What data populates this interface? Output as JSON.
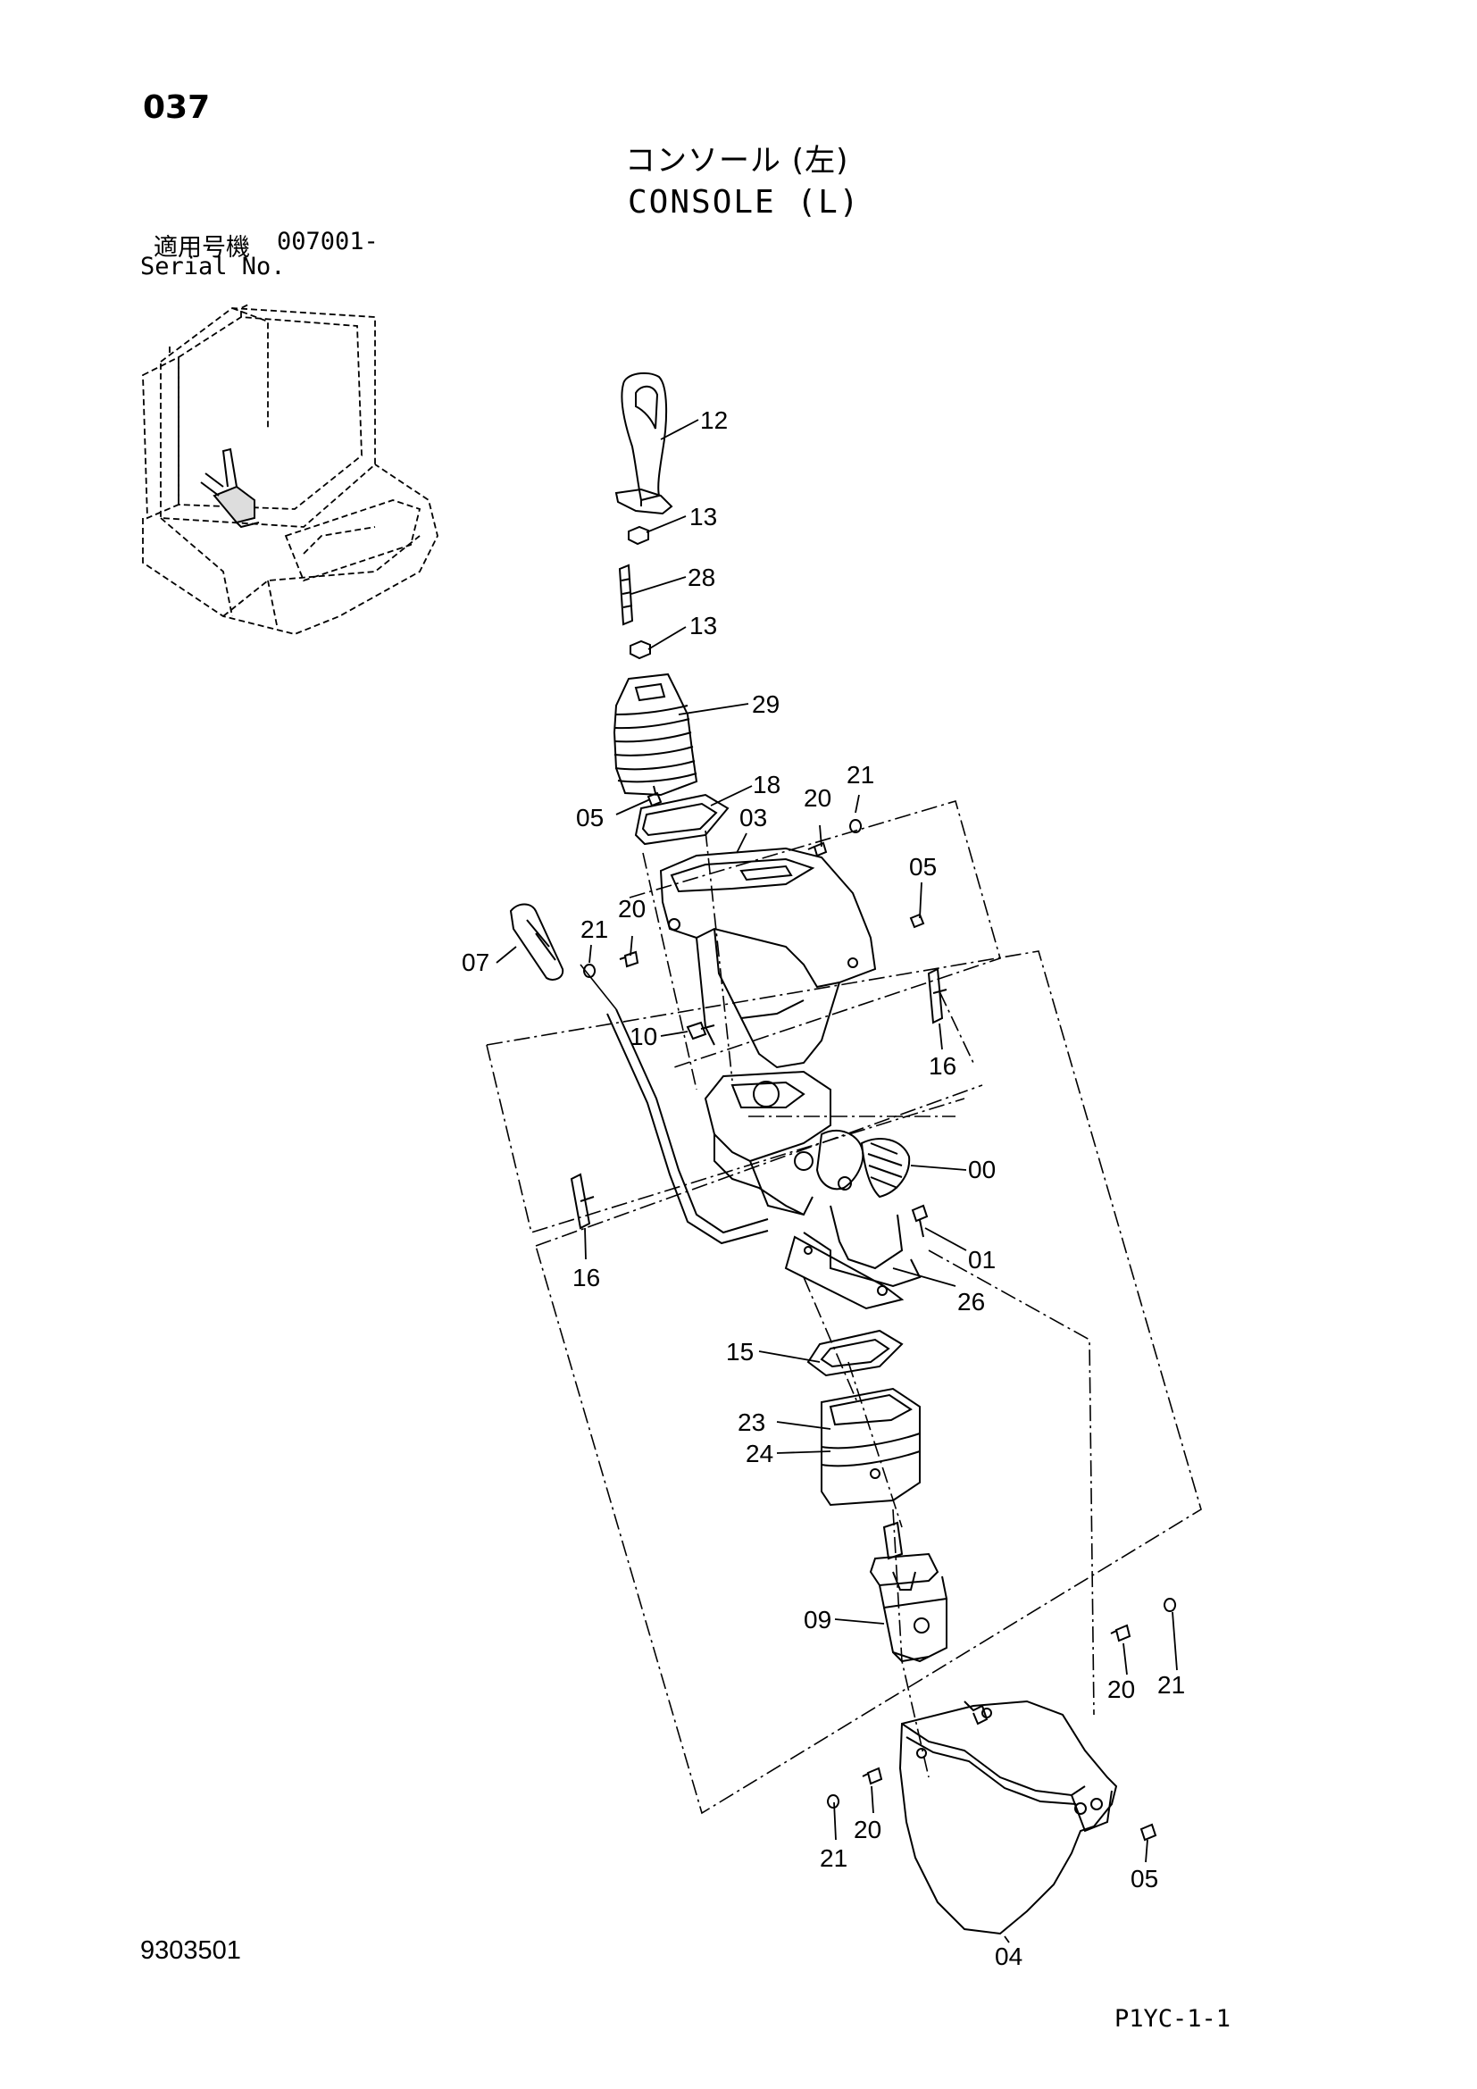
{
  "page_number": "037",
  "title_jp": "コンソール (左)",
  "title_en": "CONSOLE (L)",
  "serial": {
    "label_jp": "適用号機",
    "value": "007001-",
    "label_en": "Serial No."
  },
  "document_number": "9303501",
  "page_code": "P1YC-1-1",
  "callouts": [
    {
      "id": "12",
      "label": "12"
    },
    {
      "id": "13a",
      "label": "13"
    },
    {
      "id": "28",
      "label": "28"
    },
    {
      "id": "13b",
      "label": "13"
    },
    {
      "id": "29",
      "label": "29"
    },
    {
      "id": "18",
      "label": "18"
    },
    {
      "id": "21a",
      "label": "21"
    },
    {
      "id": "20a",
      "label": "20"
    },
    {
      "id": "05a",
      "label": "05"
    },
    {
      "id": "03",
      "label": "03"
    },
    {
      "id": "05b",
      "label": "05"
    },
    {
      "id": "20b",
      "label": "20"
    },
    {
      "id": "21b",
      "label": "21"
    },
    {
      "id": "07",
      "label": "07"
    },
    {
      "id": "10",
      "label": "10"
    },
    {
      "id": "16a",
      "label": "16"
    },
    {
      "id": "00",
      "label": "00"
    },
    {
      "id": "01",
      "label": "01"
    },
    {
      "id": "26",
      "label": "26"
    },
    {
      "id": "16b",
      "label": "16"
    },
    {
      "id": "15",
      "label": "15"
    },
    {
      "id": "23",
      "label": "23"
    },
    {
      "id": "24",
      "label": "24"
    },
    {
      "id": "09",
      "label": "09"
    },
    {
      "id": "20c",
      "label": "20"
    },
    {
      "id": "21c",
      "label": "21"
    },
    {
      "id": "20d",
      "label": "20"
    },
    {
      "id": "21d",
      "label": "21"
    },
    {
      "id": "05c",
      "label": "05"
    },
    {
      "id": "04",
      "label": "04"
    }
  ]
}
